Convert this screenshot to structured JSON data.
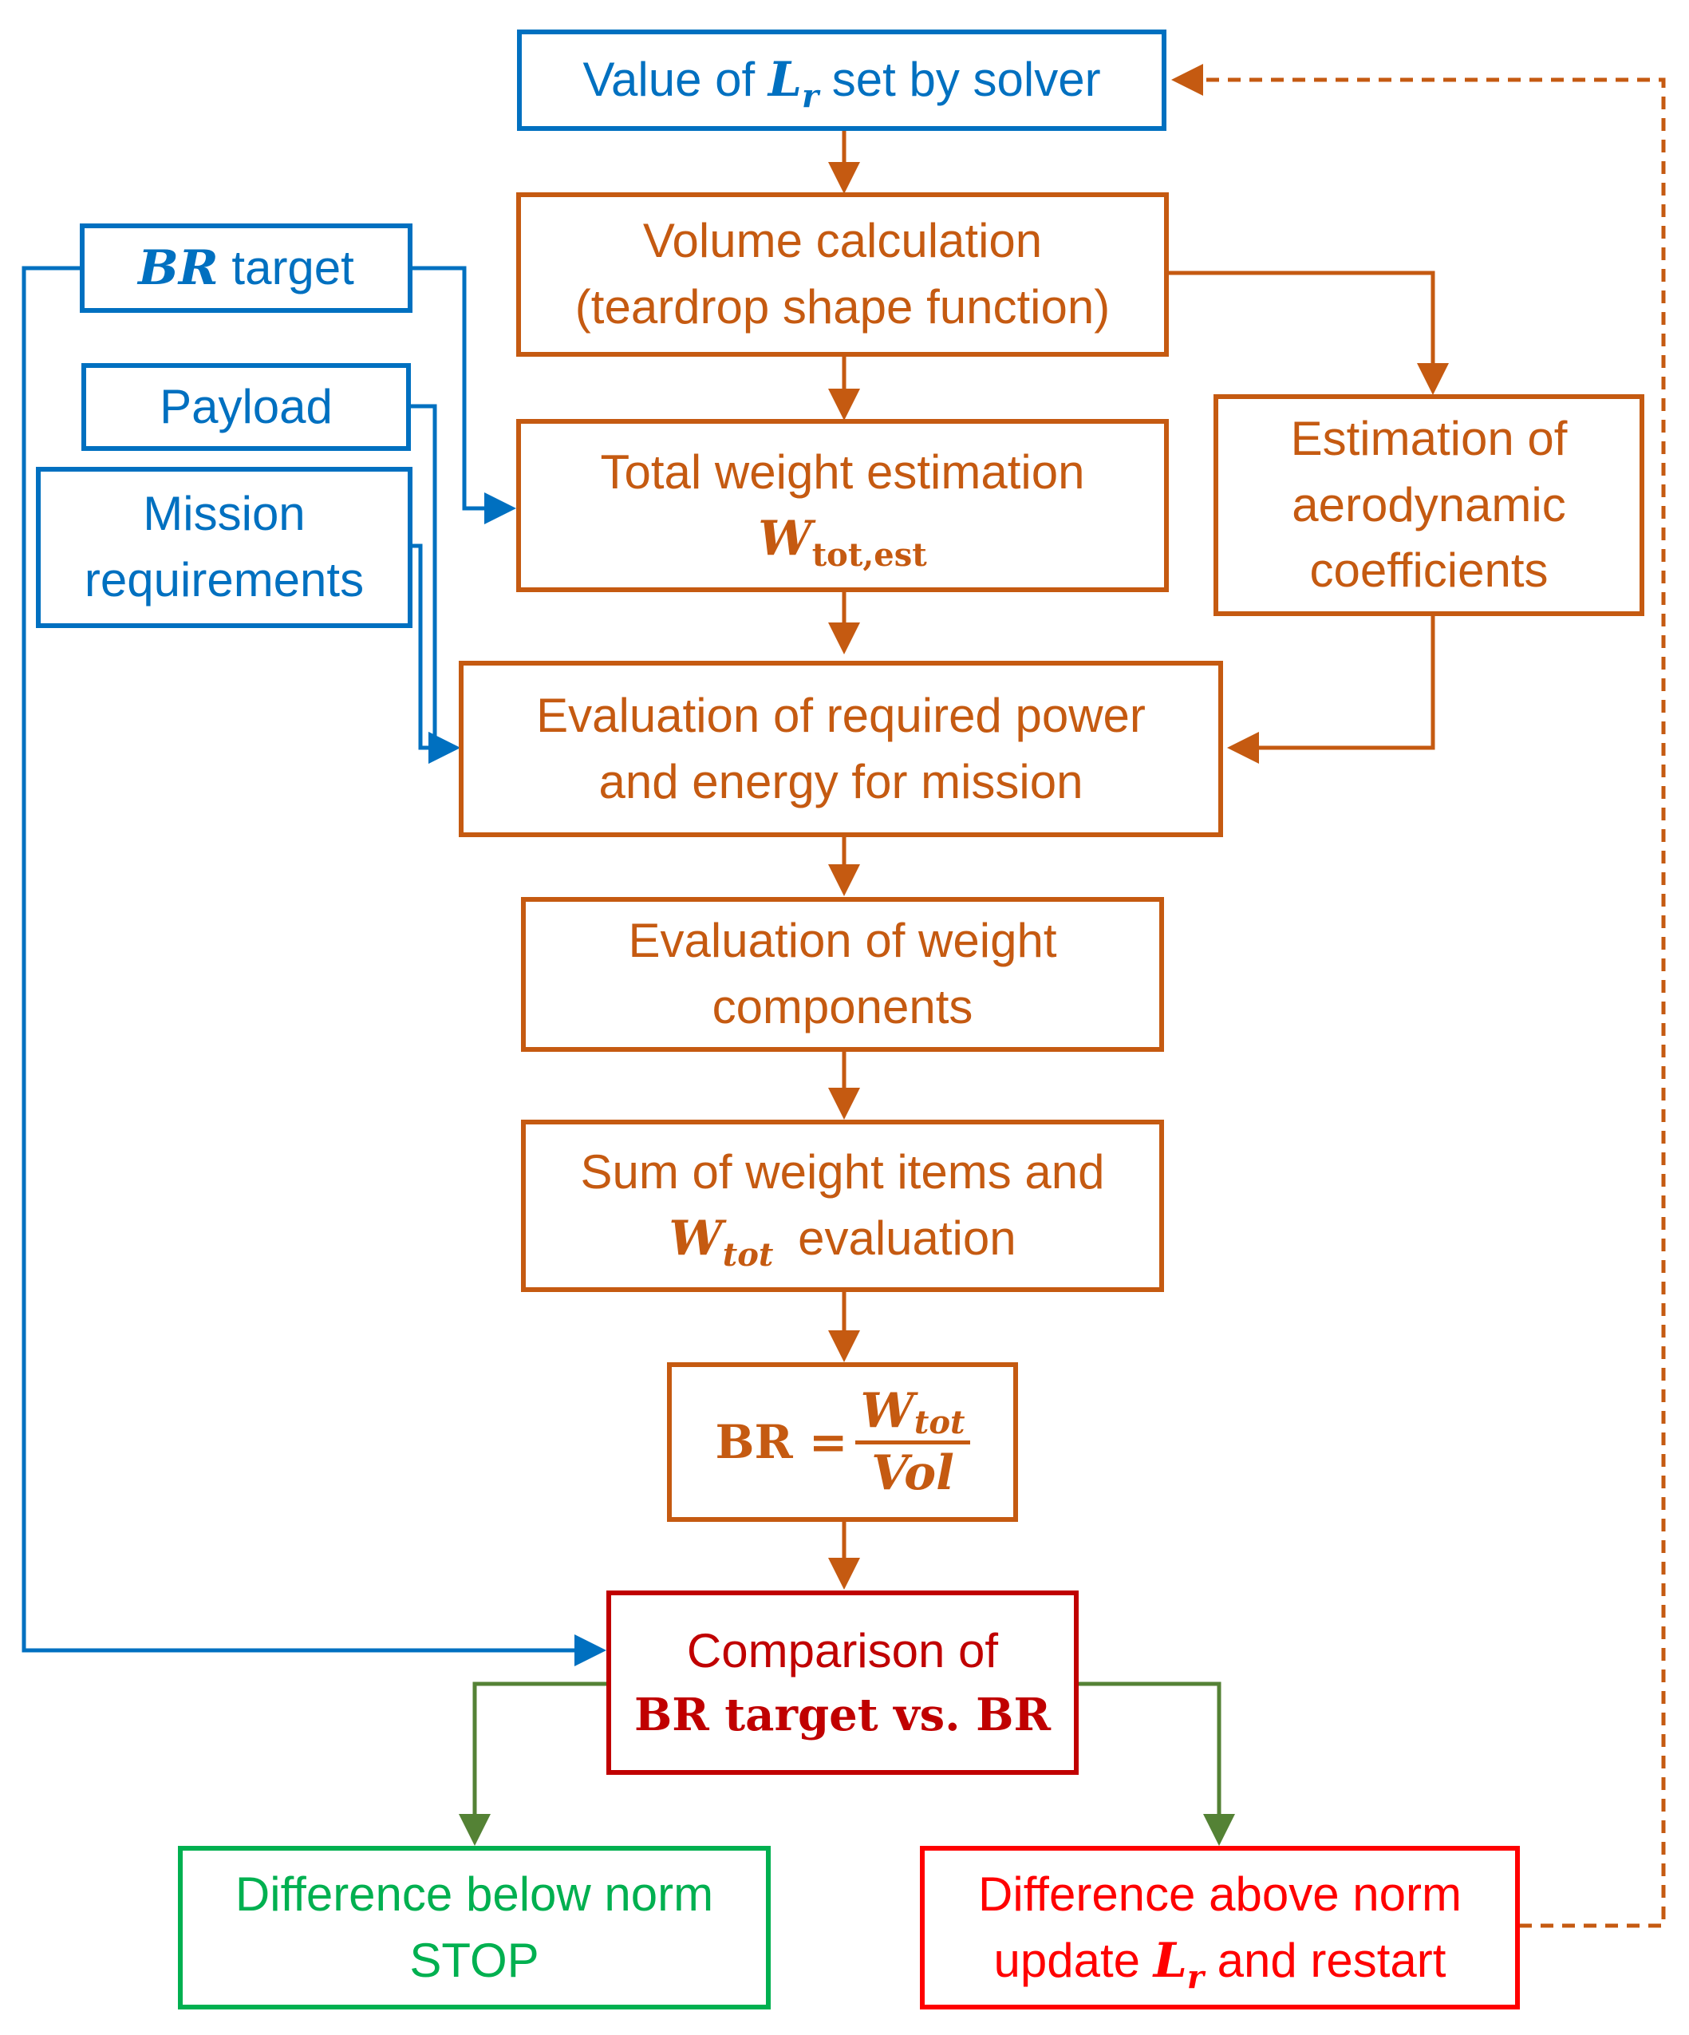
{
  "colors": {
    "input": "#0070c0",
    "process": "#c55a11",
    "compare": "#c00000",
    "stop": "#00b050",
    "restart": "#ff0000",
    "decision_line": "#548235"
  },
  "nodes": {
    "solver": {
      "pre": "Value of ",
      "sym": "L",
      "sub": "r",
      "post": " set by solver"
    },
    "br_target": {
      "sym": "BR",
      "label": " target"
    },
    "payload": {
      "label": "Payload"
    },
    "mission": {
      "line1": "Mission",
      "line2": "requirements"
    },
    "volume": {
      "line1": "Volume calculation",
      "line2": "(teardrop shape function)"
    },
    "weight_est": {
      "line1": "Total weight estimation",
      "sym": "W",
      "sub": "tot,est"
    },
    "aero": {
      "line1": "Estimation of",
      "line2": "aerodynamic",
      "line3": "coefficients"
    },
    "power": {
      "line1": "Evaluation of required power",
      "line2": "and energy for mission"
    },
    "components": {
      "line1": "Evaluation of weight",
      "line2": "components"
    },
    "sum": {
      "line1": "Sum of weight items and",
      "sym": "W",
      "sub": "tot",
      "post": " evaluation"
    },
    "br_formula": {
      "lhs": "BR =",
      "num_sym": "W",
      "num_sub": "tot",
      "den": "Vol"
    },
    "comparison": {
      "line1": "Comparison of",
      "line2": "BR target vs. BR"
    },
    "stop": {
      "line1": "Difference below norm",
      "line2": "STOP"
    },
    "restart": {
      "line1": "Difference above norm",
      "pre": "update ",
      "sym": "L",
      "sub": "r",
      "post": " and restart"
    }
  }
}
